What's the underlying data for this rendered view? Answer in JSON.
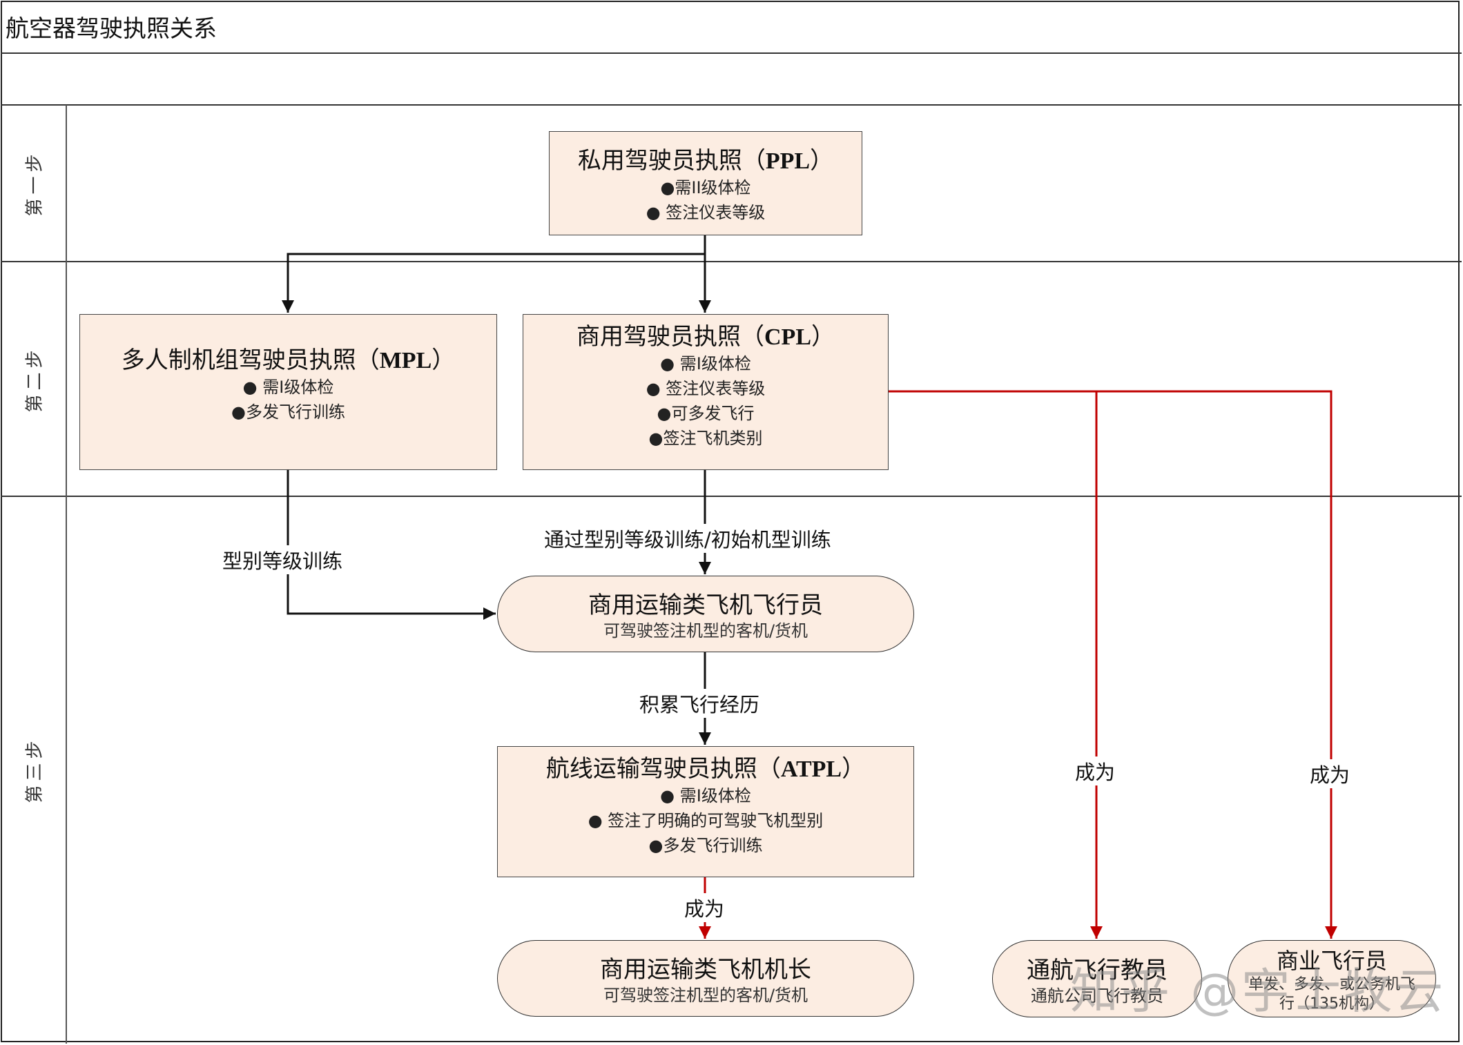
{
  "title": "航空器驾驶执照关系",
  "lanes": [
    {
      "label": "第一步"
    },
    {
      "label": "第二步"
    },
    {
      "label": "第三步"
    }
  ],
  "nodes": {
    "ppl": {
      "title": "私用驾驶员执照（",
      "abbr": "PPL",
      "close": "）",
      "bullets": [
        "●需II级体检",
        "● 签注仪表等级"
      ]
    },
    "mpl": {
      "title": "多人制机组驾驶员执照（",
      "abbr": "MPL",
      "close": "）",
      "bullets": [
        "● 需I级体检",
        "●多发飞行训练"
      ]
    },
    "cpl": {
      "title": "商用驾驶员执照（",
      "abbr": "CPL",
      "close": "）",
      "bullets": [
        "● 需I级体检",
        "● 签注仪表等级",
        "●可多发飞行",
        "●签注飞机类别"
      ]
    },
    "transport_pilot": {
      "title": "商用运输类飞机飞行员",
      "sub": "可驾驶签注机型的客机/货机"
    },
    "atpl": {
      "title": "航线运输驾驶员执照（",
      "abbr": "ATPL",
      "close": "）",
      "bullets": [
        "● 需I级体检",
        "● 签注了明确的可驾驶飞机型别",
        "●多发飞行训练"
      ]
    },
    "captain": {
      "title": "商用运输类飞机机长",
      "sub": "可驾驶签注机型的客机/货机"
    },
    "ga_instructor": {
      "title": "通航飞行教员",
      "sub": "通航公司飞行教员"
    },
    "commercial_pilot": {
      "title": "商业飞行员",
      "sub": "单发、多发、或公务机飞行（135机构）"
    }
  },
  "edges": {
    "mpl_to_transport": "型别等级训练",
    "cpl_to_transport": "通过型别等级训练/初始机型训练",
    "transport_to_atpl": "积累飞行经历",
    "atpl_to_captain": "成为",
    "cpl_to_ga_instructor": "成为",
    "cpl_to_commercial": "成为"
  },
  "colors": {
    "node_fill": "#fcede2",
    "arrow_black": "#111111",
    "arrow_red": "#c00000"
  },
  "watermark": "知乎 @宇士牧云"
}
